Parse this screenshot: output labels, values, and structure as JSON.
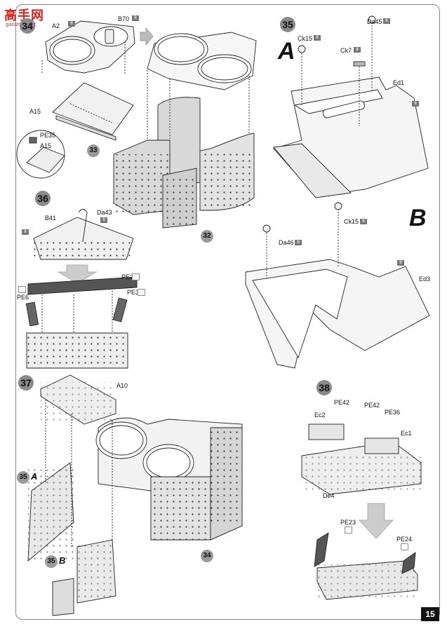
{
  "watermark": {
    "text": "高手网",
    "url": "gaoshou.net"
  },
  "page_number": "15",
  "steps": {
    "s34": {
      "number": "34",
      "parts": [
        "A2",
        "B70",
        "A15",
        "PE35",
        "A15"
      ],
      "refs": [
        "33",
        "32"
      ]
    },
    "s35": {
      "number": "35",
      "sub_a": "A",
      "sub_b": "B",
      "parts_a": [
        "Ck15",
        "Da45",
        "Ck7",
        "Ed1"
      ],
      "parts_b": [
        "Ck15",
        "Da46",
        "Ed3"
      ]
    },
    "s36": {
      "number": "36",
      "parts": [
        "B41",
        "Da43",
        "PE2",
        "PE6",
        "PE3"
      ]
    },
    "s37": {
      "number": "37",
      "parts": [
        "A10"
      ],
      "ref_a": "35",
      "ref_a_letter": "A",
      "ref_b": "35",
      "ref_b_letter": "B",
      "ref_34": "34"
    },
    "s38": {
      "number": "38",
      "parts": [
        "PE42",
        "PE42",
        "PE36",
        "Ec2",
        "Ec1",
        "De4",
        "PE23",
        "PE24"
      ]
    }
  },
  "badge_text": "8"
}
